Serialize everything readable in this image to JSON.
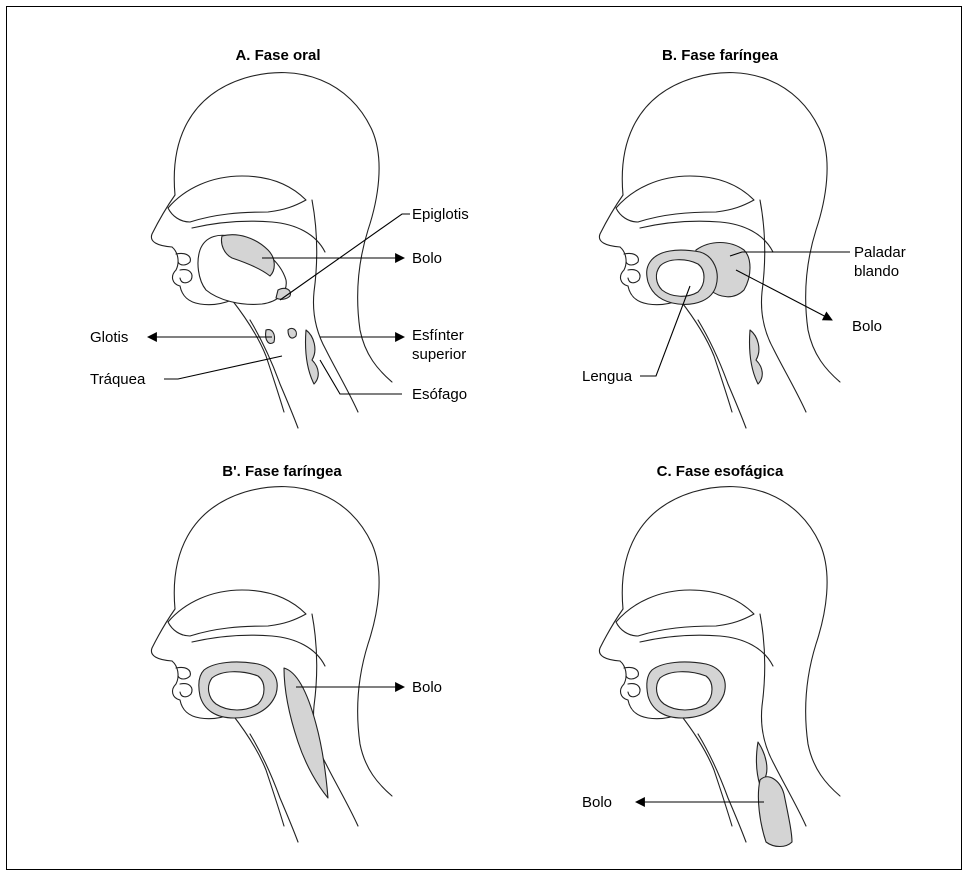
{
  "panels": {
    "a": {
      "title": "A. Fase oral",
      "labels": {
        "epiglotis": "Epiglotis",
        "bolo": "Bolo",
        "glotis": "Glotis",
        "esfinter_line1": "Esfínter",
        "esfinter_line2": "superior",
        "traquea": "Tráquea",
        "esofago": "Esófago"
      }
    },
    "b": {
      "title": "B. Fase faríngea",
      "labels": {
        "paladar_line1": "Paladar",
        "paladar_line2": "blando",
        "bolo": "Bolo",
        "lengua": "Lengua"
      }
    },
    "b2": {
      "title": "B'. Fase faríngea",
      "labels": {
        "bolo": "Bolo"
      }
    },
    "c": {
      "title": "C. Fase esofágica",
      "labels": {
        "bolo": "Bolo"
      }
    }
  },
  "colors": {
    "bolus_fill": "#d4d4d4",
    "outline": "#222222"
  }
}
